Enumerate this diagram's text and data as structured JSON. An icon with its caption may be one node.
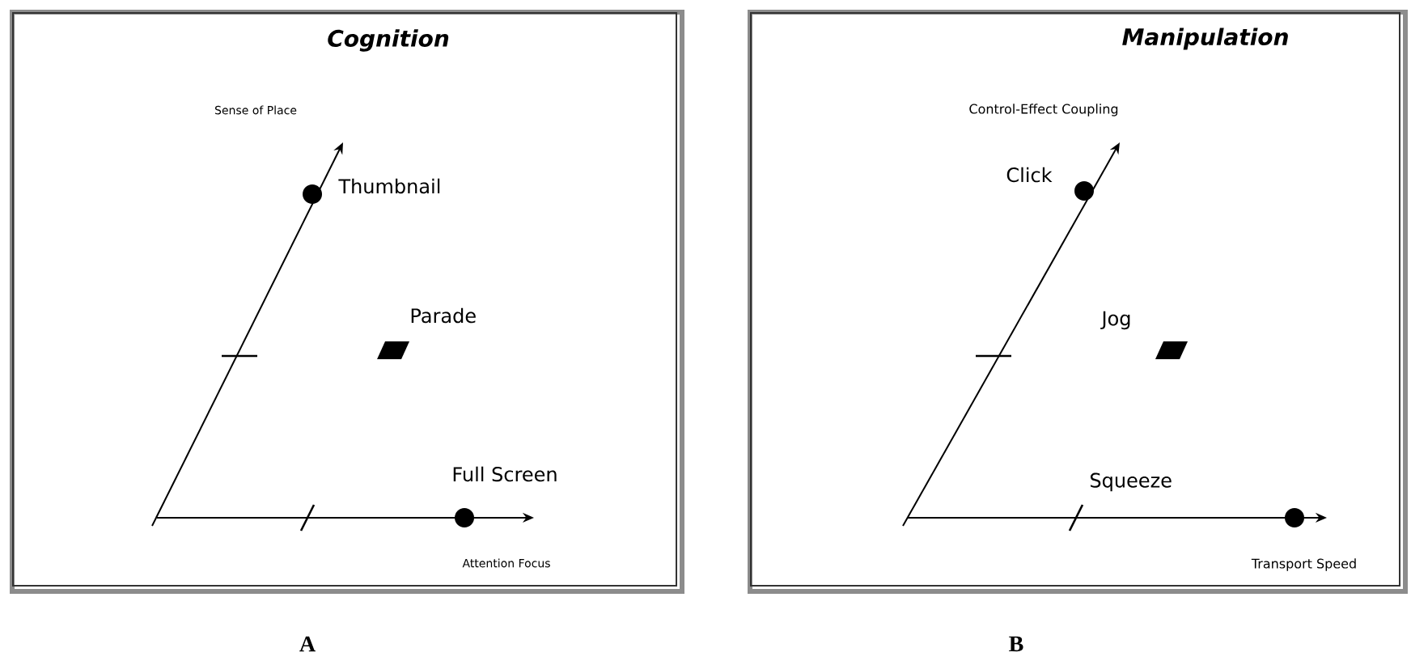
{
  "diagram": {
    "nodes": [
      {
        "text": [
          "Cognition"
        ],
        "beside": [
          "A"
        ]
      },
      {
        "text": [
          "Manipulation"
        ],
        "beside": [
          "B"
        ]
      }
    ],
    "labels": [
      "Sense of Place",
      "Thumbnail",
      "Parade",
      "Full Screen",
      "Attention Focus",
      "Control-Effect Coupling",
      "Click",
      "Jog",
      "Squeeze",
      "Transport Speed"
    ]
  }
}
